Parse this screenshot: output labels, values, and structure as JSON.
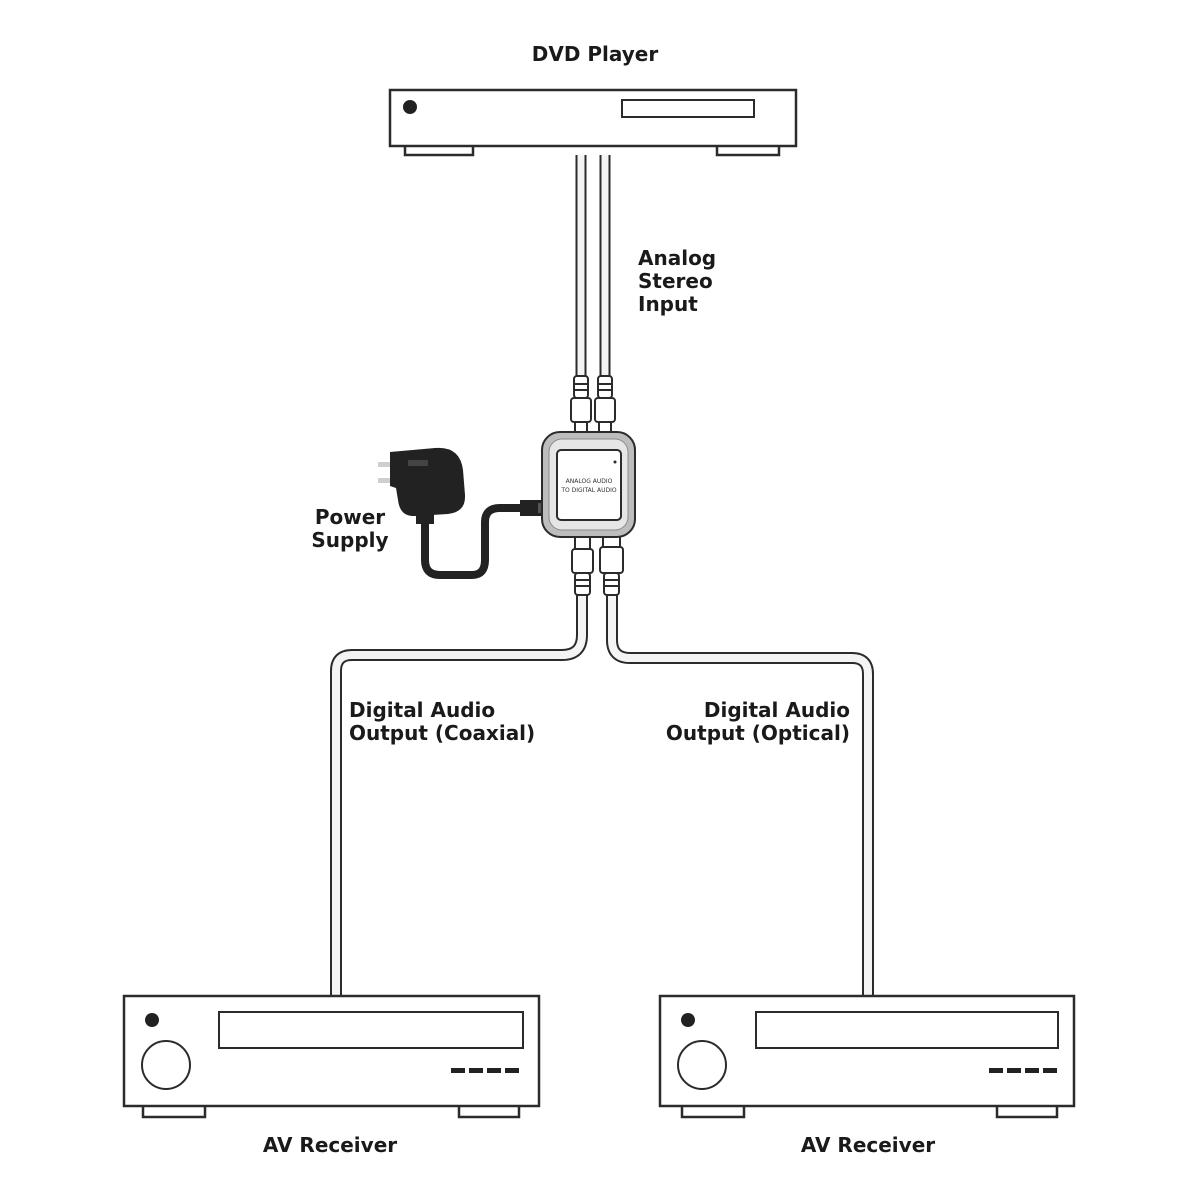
{
  "devices": {
    "dvd_player": {
      "label": "DVD Player"
    },
    "av_receiver_left": {
      "label": "AV Receiver"
    },
    "av_receiver_right": {
      "label": "AV Receiver"
    },
    "converter": {
      "label_line1": "ANALOG AUDIO",
      "label_line2": "TO DIGITAL AUDIO"
    },
    "power_adapter": {
      "icon": "power-adapter-icon"
    }
  },
  "connections": {
    "analog_input": {
      "line1": "Analog",
      "line2": "Stereo",
      "line3": "Input"
    },
    "power_supply": {
      "line1": "Power",
      "line2": "Supply"
    },
    "coaxial_output": {
      "line1": "Digital Audio",
      "line2": "Output (Coaxial)"
    },
    "optical_output": {
      "line1": "Digital Audio",
      "line2": "Output (Optical)"
    }
  },
  "colors": {
    "outline": "#2b2b2b",
    "cable_fill": "#f4f4f4",
    "adapter": "#222222",
    "converter_frame": "#bdbdbd"
  }
}
